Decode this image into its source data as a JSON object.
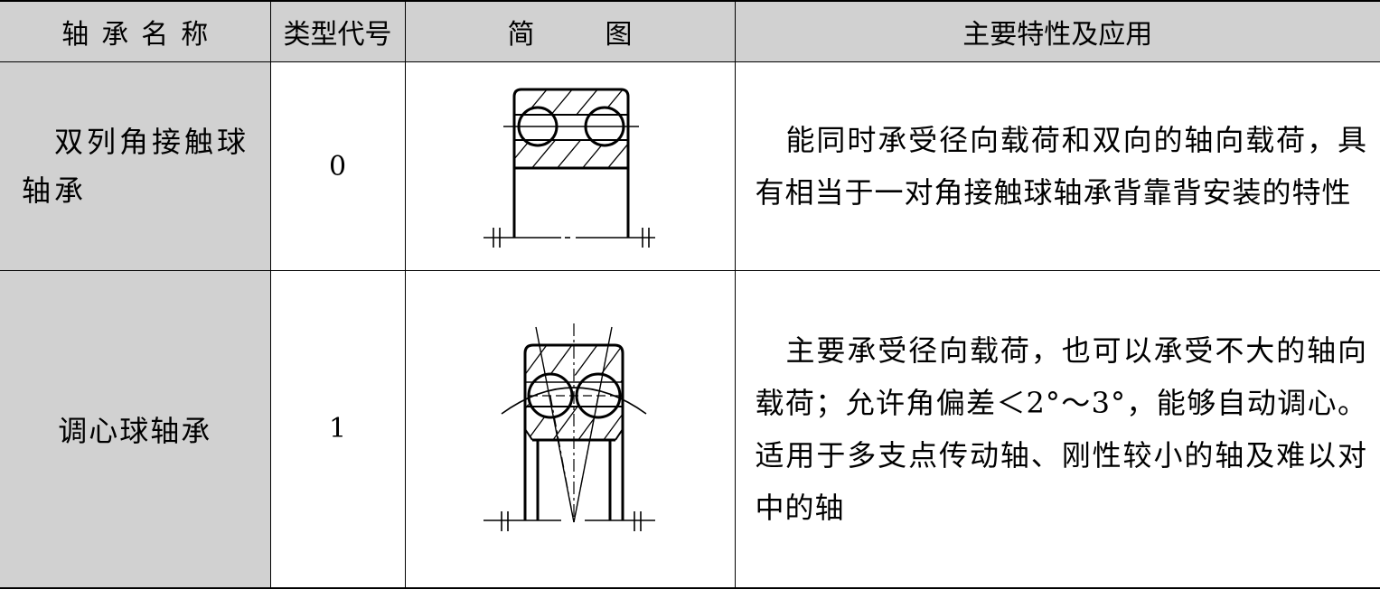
{
  "table": {
    "headers": {
      "name": "轴承名称",
      "code": "类型代号",
      "figure": "简图",
      "features": "主要特性及应用"
    },
    "rows": [
      {
        "name": "双列角接触球轴承",
        "code": "0",
        "description": "能同时承受径向载荷和双向的轴向载荷，具有相当于一对角接触球轴承背靠背安装的特性"
      },
      {
        "name": "调心球轴承",
        "code": "1",
        "description": "主要承受径向载荷，也可以承受不大的轴向载荷；允许角偏差＜2°～3°，能够自动调心。适用于多支点传动轴、刚性较小的轴及难以对中的轴"
      }
    ]
  }
}
